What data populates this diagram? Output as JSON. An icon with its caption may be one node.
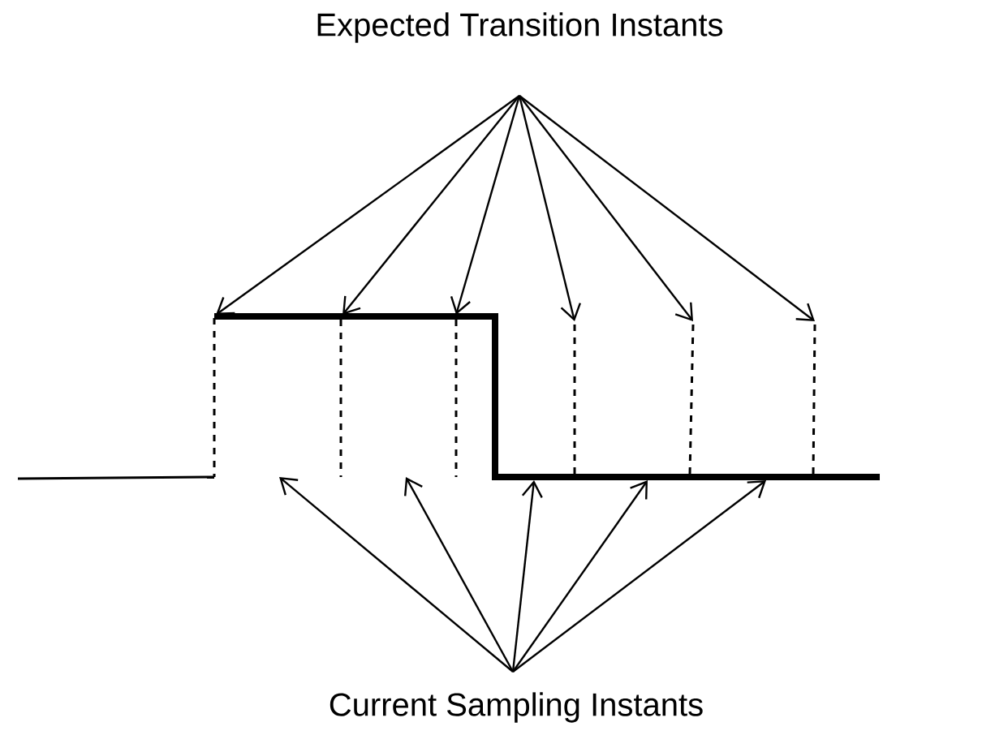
{
  "diagram": {
    "nodes": [
      {
        "text": [
          "Expected Transition Instants"
        ]
      },
      {
        "text": [
          "Current Sampling Instants"
        ]
      }
    ],
    "edges": [
      {
        "from": 0,
        "to": null,
        "arrow": "to"
      },
      {
        "from": 0,
        "to": null,
        "arrow": "to"
      },
      {
        "from": 0,
        "to": null,
        "arrow": "to"
      },
      {
        "from": 0,
        "to": null,
        "arrow": "to"
      },
      {
        "from": 0,
        "to": null,
        "arrow": "to"
      },
      {
        "from": 0,
        "to": null,
        "arrow": "to"
      },
      {
        "from": 1,
        "to": null,
        "arrow": "to"
      },
      {
        "from": 1,
        "to": null,
        "arrow": "to"
      },
      {
        "from": 1,
        "to": null,
        "arrow": "to"
      },
      {
        "from": 1,
        "to": null,
        "arrow": "to"
      },
      {
        "from": 1,
        "to": null,
        "arrow": "to"
      }
    ]
  }
}
